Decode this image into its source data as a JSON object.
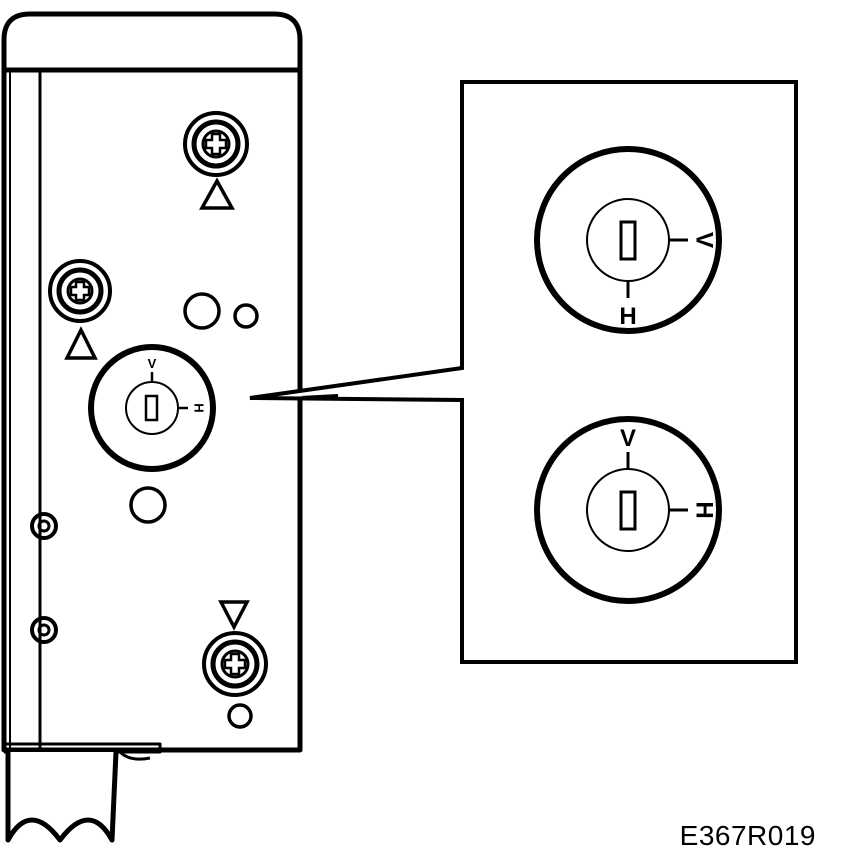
{
  "figure": {
    "code": "E367R019",
    "dial_main": {
      "label_v": "V",
      "label_h": "H"
    },
    "detail_top": {
      "label_v": "V",
      "label_h": "H"
    },
    "detail_bottom": {
      "label_v": "V",
      "label_h": "H"
    },
    "arrow_glyphs": {
      "up": "up-triangle-icon",
      "down": "down-triangle-icon"
    }
  }
}
